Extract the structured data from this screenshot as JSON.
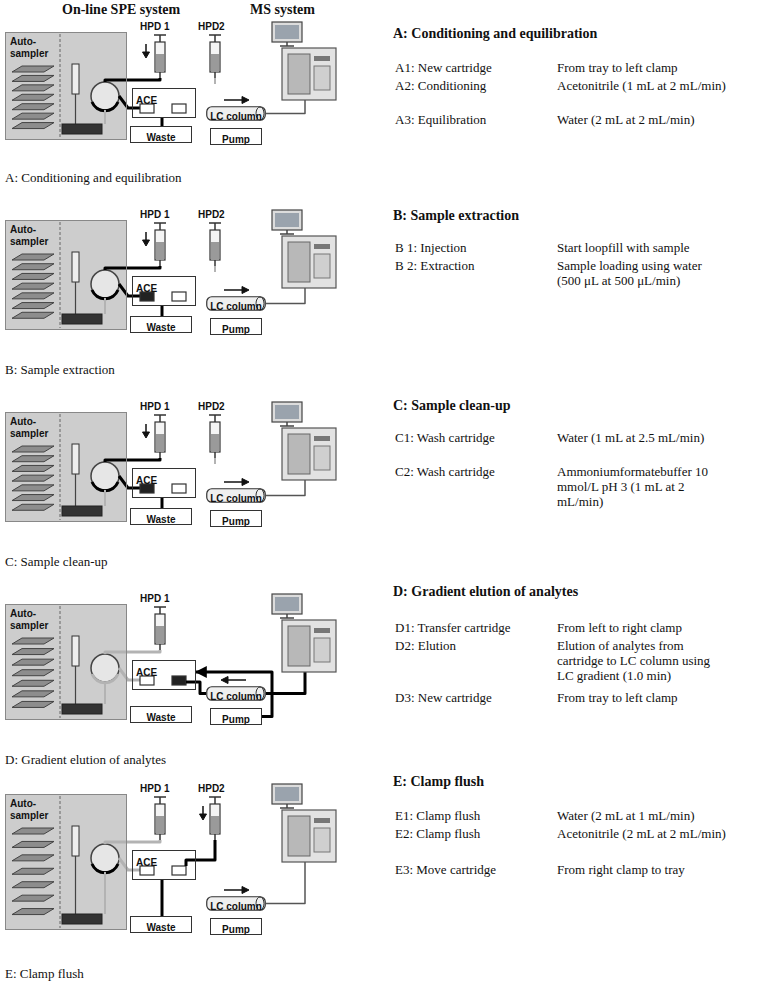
{
  "diagram": {
    "nodes": [
      {
        "text": [
          "Auto-sampler"
        ]
      },
      {
        "text": [
          "ACE"
        ]
      },
      {
        "text": [
          "Waste"
        ]
      },
      {
        "text": [
          "LC column"
        ]
      },
      {
        "text": [
          "Pump"
        ]
      },
      {
        "text": [
          "Auto-sampler"
        ]
      },
      {
        "text": [
          "ACE"
        ]
      },
      {
        "text": [
          "Waste"
        ]
      },
      {
        "text": [
          "LC column"
        ]
      },
      {
        "text": [
          "Pump"
        ]
      },
      {
        "text": [
          "Auto-sampler"
        ]
      },
      {
        "text": [
          "ACE"
        ]
      },
      {
        "text": [
          "Waste"
        ]
      },
      {
        "text": [
          "LC column"
        ]
      },
      {
        "text": [
          "Pump"
        ]
      },
      {
        "text": [
          "Auto-sampler"
        ]
      },
      {
        "text": [
          "ACE"
        ]
      },
      {
        "text": [
          "Waste"
        ]
      },
      {
        "text": [
          "LC column"
        ]
      },
      {
        "text": [
          "Pump"
        ]
      },
      {
        "text": [
          "Auto-sampler"
        ]
      },
      {
        "text": [
          "ACE"
        ]
      },
      {
        "text": [
          "Waste"
        ]
      },
      {
        "text": [
          "LC column"
        ]
      },
      {
        "text": [
          "Pump"
        ]
      }
    ],
    "edges": [
      {
        "from": 1,
        "to": 2,
        "arrow": "none"
      },
      {
        "from": 6,
        "to": 7,
        "arrow": "none"
      },
      {
        "from": 11,
        "to": 12,
        "arrow": "none"
      },
      {
        "from": 19,
        "to": 16,
        "arrow": "to"
      },
      {
        "from": 21,
        "to": 22,
        "arrow": "none"
      }
    ],
    "labels": [
      "On-line SPE system",
      "MS system",
      "HPD 1",
      "HPD2",
      "A: Conditioning and equilibration",
      "A: Conditioning and equilibration",
      "A1: New cartridge",
      "From tray to left clamp",
      "A2: Conditioning",
      "Acetonitrile (1 mL at 2 mL/min)",
      "A3: Equilibration",
      "Water (2 mL at 2 mL/min)",
      "HPD 1",
      "HPD2",
      "B: Sample extraction",
      "B: Sample extraction",
      "B 1: Injection",
      "Start loopfill with sample",
      "B 2: Extraction",
      "Sample loading using water (500 μL at 500 μL/min)",
      "HPD 1",
      "HPD2",
      "C: Sample clean-up",
      "C: Sample clean-up",
      "C1: Wash cartridge",
      "Water (1 mL at 2.5 mL/min)",
      "C2: Wash cartridge",
      "Ammoniumformatebuffer 10 mmol/L pH 3 (1 mL at 2 mL/min)",
      "HPD 1",
      "D: Gradient elution of analytes",
      "D: Gradient elution of analytes",
      "D1: Transfer cartridge",
      "From left to right clamp",
      "D2: Elution",
      "Elution of analytes from cartridge to LC column using LC gradient (1.0 min)",
      "D3: New cartridge",
      "From tray to left clamp",
      "HPD 1",
      "HPD2",
      "E: Clamp flush",
      "E: Clamp flush",
      "E1: Clamp flush",
      "Water (2 mL at 1 mL/min)",
      "E2: Clamp flush",
      "Acetonitrile (2 mL at 2 mL/min)",
      "E3: Move cartridge",
      "From right clamp to tray"
    ]
  }
}
